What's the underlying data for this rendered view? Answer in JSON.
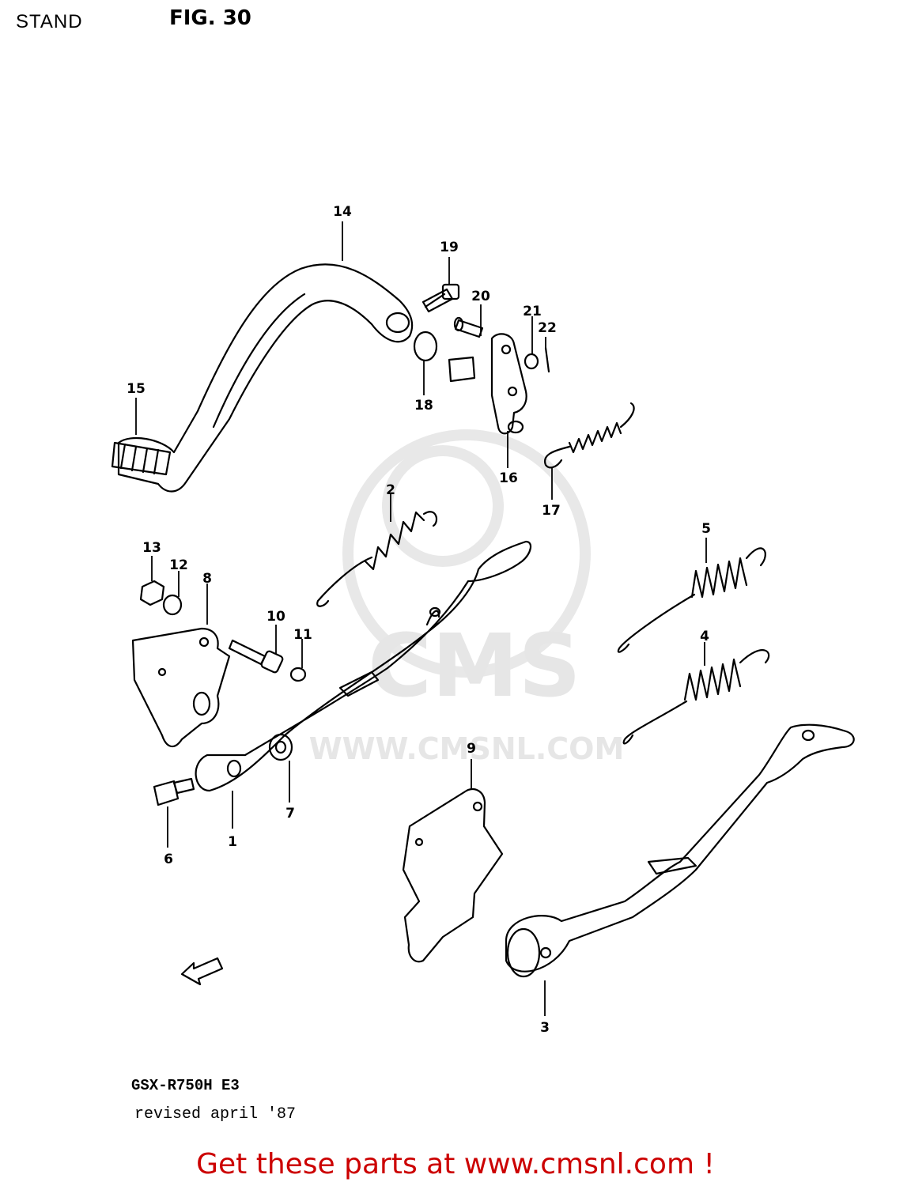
{
  "header": {
    "section": "STAND",
    "figure": "FIG. 30"
  },
  "watermark": {
    "brand": "CMS",
    "url": "WWW.CMSNL.COM",
    "color": "#e6e6e6"
  },
  "callouts": [
    "1",
    "2",
    "3",
    "4",
    "5",
    "6",
    "7",
    "8",
    "9",
    "10",
    "11",
    "12",
    "13",
    "14",
    "15",
    "16",
    "17",
    "18",
    "19",
    "20",
    "21",
    "22"
  ],
  "direction_arrow": "FWD",
  "footer": {
    "model": "GSX-R750H E3",
    "revised": "revised april '87",
    "link_text": "Get these parts at www.cmsnl.com !",
    "link_color": "#cc0000"
  }
}
